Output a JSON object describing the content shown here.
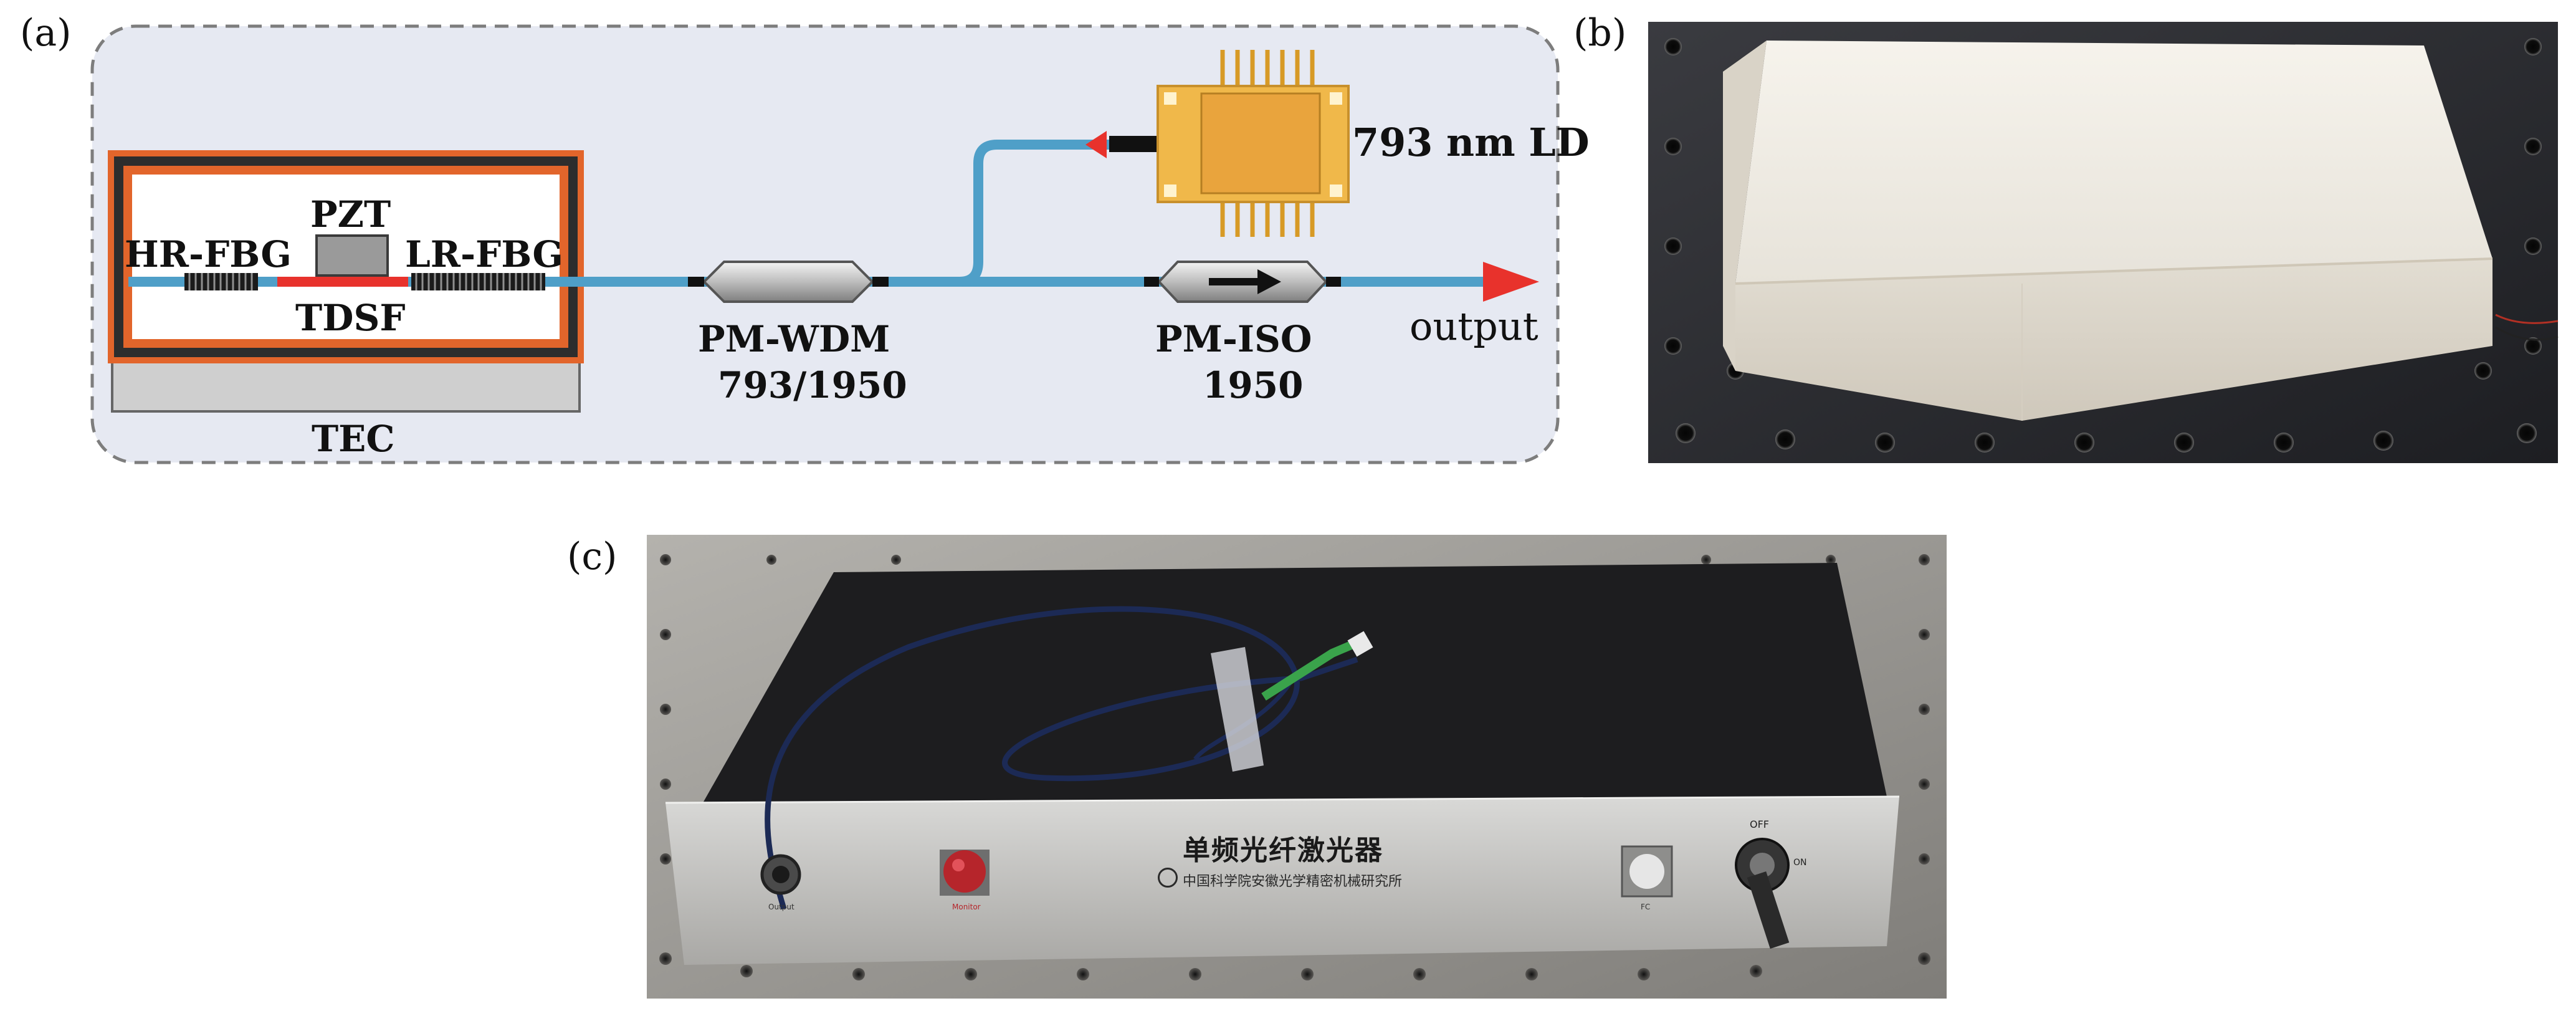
{
  "panel_labels": {
    "a": "(a)",
    "b": "(b)",
    "c": "(c)"
  },
  "schematic": {
    "hr_fbg": "HR-FBG",
    "pzt": "PZT",
    "lr_fbg": "LR-FBG",
    "tdsf": "TDSF",
    "tec": "TEC",
    "ld": "793 nm LD",
    "wdm_line1": "PM-WDM",
    "wdm_line2": "793/1950",
    "iso_line1": "PM-ISO",
    "iso_line2": "1950",
    "output": "output"
  },
  "device_panel": {
    "title": "单频光纤激光器",
    "institute": "中国科学院安徽光学精密机械研究所",
    "off_label": "OFF",
    "on_label": "ON",
    "left_port_label": "Output",
    "red_button_label": "Monitor",
    "fc_label": "FC"
  },
  "colors": {
    "fiber": "#4f9fc8",
    "tdsf": "#e8322c",
    "arrow": "#e8322c",
    "box_border": "#e2652b",
    "tec": "#cfcfcf",
    "dashed_bg": "#e6e9f2",
    "ld_body": "#f0b84a"
  }
}
